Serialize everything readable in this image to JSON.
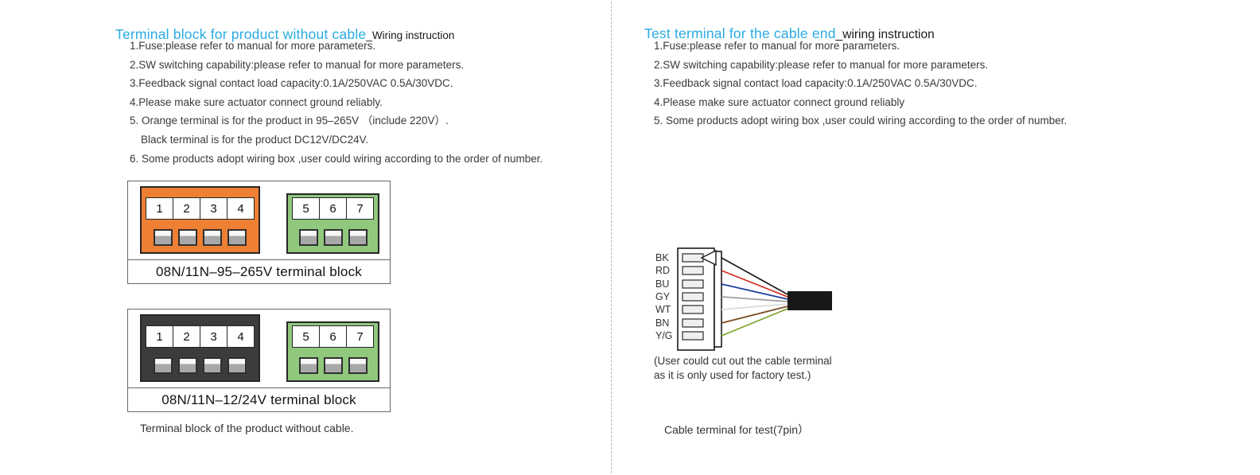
{
  "colors": {
    "accent": "#29abe2",
    "orange": "#ef7f33",
    "green": "#90c87e",
    "dark_block": "#3c3c3c"
  },
  "left": {
    "title": "Terminal block for product without cable",
    "title_suffix": "_Wiring instruction",
    "instructions": [
      "1.Fuse:please refer to manual for more parameters.",
      "2.SW switching capability:please refer to manual for more parameters.",
      "3.Feedback signal contact load capacity:0.1A/250VAC 0.5A/30VDC.",
      "4.Please make sure actuator connect ground reliably.",
      "5. Orange terminal is for the product in 95–265V （include 220V）.",
      "Black terminal is for the product DC12V/DC24V.",
      "6. Some products adopt wiring box ,user could wiring according to the order of number."
    ],
    "diagram1": {
      "cells_a": [
        "1",
        "2",
        "3",
        "4"
      ],
      "cells_b": [
        "5",
        "6",
        "7"
      ],
      "label": "08N/11N–95–265V terminal block"
    },
    "diagram2": {
      "cells_a": [
        "1",
        "2",
        "3",
        "4"
      ],
      "cells_b": [
        "5",
        "6",
        "7"
      ],
      "label": "08N/11N–12/24V terminal block"
    },
    "caption": "Terminal block of the product without cable."
  },
  "right": {
    "title": "Test terminal for the cable end",
    "title_suffix": "_wiring instruction",
    "instructions": [
      "1.Fuse:please refer to manual for more parameters.",
      "2.SW switching capability:please refer to manual for more parameters.",
      "3.Feedback signal contact load capacity:0.1A/250VAC 0.5A/30VDC.",
      "4.Please make sure actuator connect ground reliably",
      "5. Some products adopt wiring box ,user could wiring according to the order of number."
    ],
    "connector": {
      "wires": [
        {
          "label": "BK",
          "color": "#1a1a1a"
        },
        {
          "label": "RD",
          "color": "#d42a1e"
        },
        {
          "label": "BU",
          "color": "#1e3f9e"
        },
        {
          "label": "GY",
          "color": "#9c9c9c"
        },
        {
          "label": "WT",
          "color": "#dcdcdc"
        },
        {
          "label": "BN",
          "color": "#7a4a21"
        },
        {
          "label": "Y/G",
          "color": "#7ba32a"
        }
      ],
      "note_line1": "(User could cut out the cable terminal",
      "note_line2": "as it is only used for factory test.)"
    },
    "caption": "Cable terminal for test(7pin）"
  }
}
